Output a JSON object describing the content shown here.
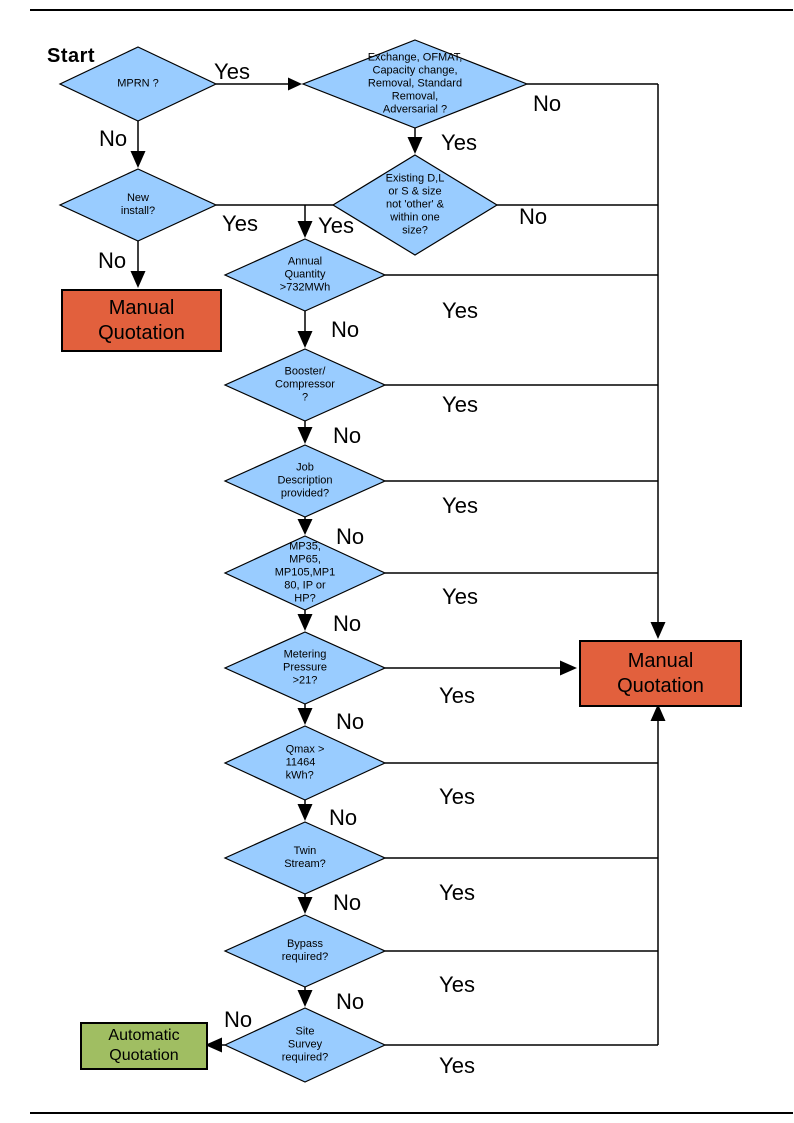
{
  "page": {
    "start_label": "Start"
  },
  "answers": {
    "yes": "Yes",
    "no": "No"
  },
  "decisions": {
    "mprn": "MPRN ?",
    "exchange": "Exchange, OFMAT,\nCapacity change,\nRemoval, Standard\nRemoval,\nAdversarial ?",
    "new_install": "New\ninstall?",
    "existing_size": "Existing D,L\nor S & size\nnot 'other' &\nwithin one\nsize?",
    "annual_quantity": "Annual\nQuantity\n>732MWh",
    "booster": "Booster/\nCompressor\n?",
    "job_description": "Job\nDescription\nprovided?",
    "meter_type": "MP35,\nMP65,\nMP105,MP1\n80, IP or\nHP?",
    "metering_pressure": "Metering\nPressure\n>21?",
    "qmax": "Qmax >\n11464\nkWh?",
    "twin_stream": "Twin\nStream?",
    "bypass": "Bypass\nrequired?",
    "site_survey": "Site\nSurvey\nrequired?"
  },
  "terminals": {
    "manual": "Manual\nQuotation",
    "automatic": "Automatic\nQuotation"
  },
  "colors": {
    "decision_fill": "#99CCFF",
    "manual_fill": "#E2603D",
    "automatic_fill": "#A0BE62",
    "line": "#000000"
  }
}
